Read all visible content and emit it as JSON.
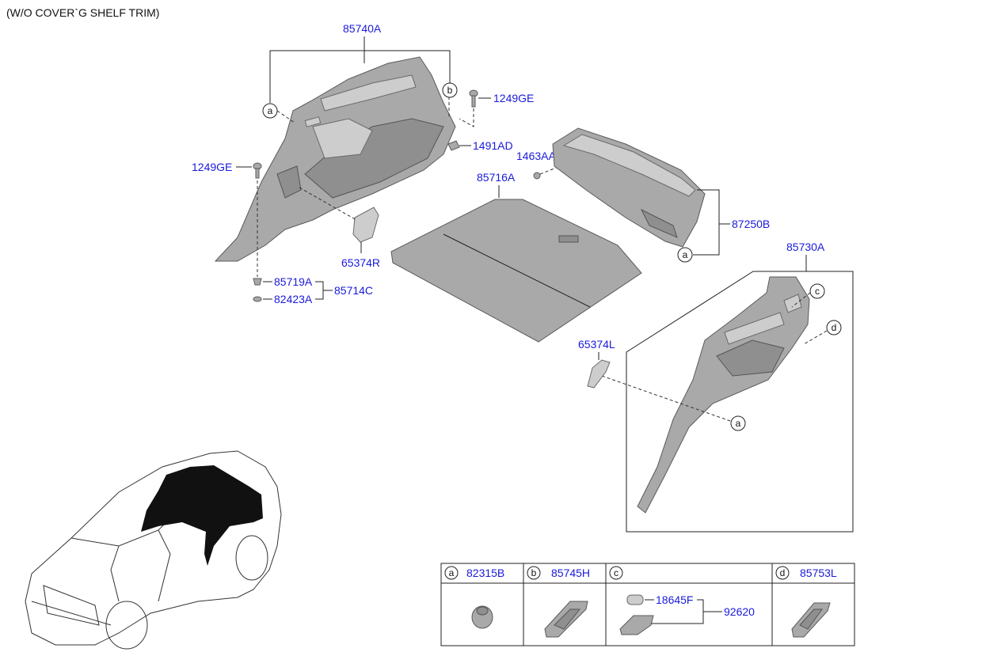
{
  "header": {
    "title": "(W/O COVER`G SHELF TRIM)"
  },
  "parts": {
    "p85740A": "85740A",
    "p1249GE_top": "1249GE",
    "p1491AD": "1491AD",
    "p1249GE_left": "1249GE",
    "p1463AA": "1463AA",
    "p85716A": "85716A",
    "p87250B": "87250B",
    "p65374R": "65374R",
    "p85719A": "85719A",
    "p82423A": "82423A",
    "p85714C": "85714C",
    "p85730A": "85730A",
    "p65374L": "65374L"
  },
  "callouts": {
    "a1": "a",
    "b1": "b",
    "a2": "a",
    "c1": "c",
    "d1": "d",
    "a3": "a"
  },
  "legend": {
    "cells": [
      {
        "key": "a",
        "part": "82315B"
      },
      {
        "key": "b",
        "part": "85745H"
      },
      {
        "key": "c",
        "part": ""
      },
      {
        "key": "d",
        "part": "85753L"
      }
    ],
    "c_parts": {
      "bulb": "18645F",
      "lamp": "92620"
    }
  }
}
